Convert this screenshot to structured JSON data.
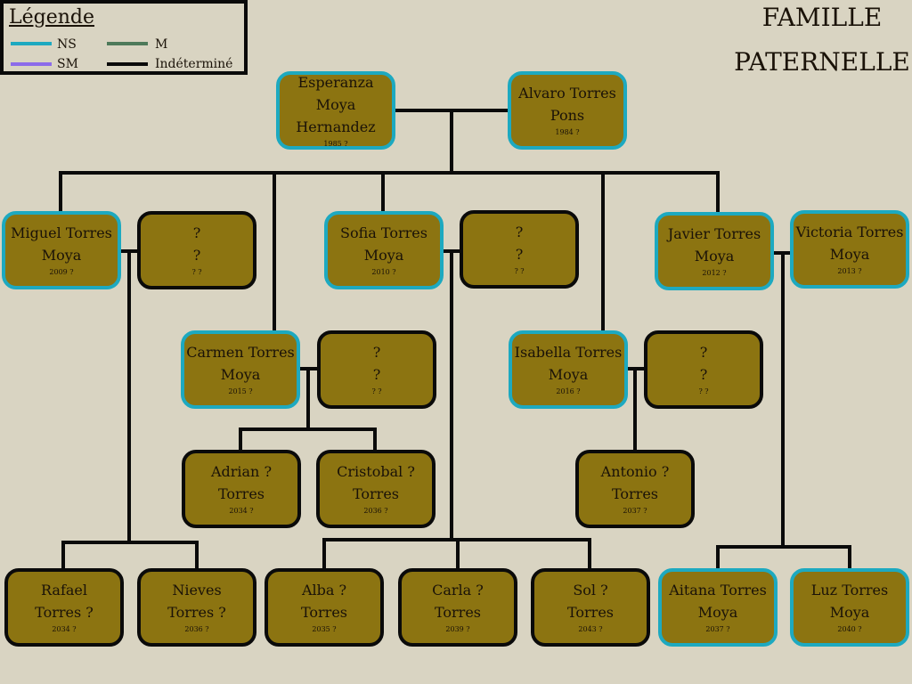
{
  "legend": {
    "title": "Légende",
    "items": [
      {
        "label": "NS",
        "color": "#1da9c0"
      },
      {
        "label": "M",
        "color": "#4e7a5a"
      },
      {
        "label": "SM",
        "color": "#8c6bea"
      },
      {
        "label": "Indéterminé",
        "color": "#0a0a0a"
      }
    ]
  },
  "title": {
    "line1": "FAMILLE",
    "line2": "PATERNELLE"
  },
  "colors": {
    "box_fill": "#8c7411",
    "ns_border": "#1da9c0",
    "default_border": "#0a0a0a",
    "background": "#d9d4c2"
  },
  "people": {
    "esperanza": {
      "l1": "Esperanza Moya",
      "l2": "Hernandez",
      "year": "1985 ?"
    },
    "alvaro": {
      "l1": "Alvaro Torres",
      "l2": "Pons",
      "year": "1984 ?"
    },
    "miguel": {
      "l1": "Miguel Torres",
      "l2": "Moya",
      "year": "2009 ?"
    },
    "spouse_miguel": {
      "l1": "?",
      "l2": "?",
      "year": "? ?"
    },
    "sofia": {
      "l1": "Sofia Torres",
      "l2": "Moya",
      "year": "2010 ?"
    },
    "spouse_sofia": {
      "l1": "?",
      "l2": "?",
      "year": "? ?"
    },
    "javier": {
      "l1": "Javier Torres",
      "l2": "Moya",
      "year": "2012 ?"
    },
    "victoria": {
      "l1": "Victoria Torres",
      "l2": "Moya",
      "year": "2013 ?"
    },
    "carmen": {
      "l1": "Carmen Torres",
      "l2": "Moya",
      "year": "2015 ?"
    },
    "spouse_carmen": {
      "l1": "?",
      "l2": "?",
      "year": "? ?"
    },
    "isabella": {
      "l1": "Isabella Torres",
      "l2": "Moya",
      "year": "2016 ?"
    },
    "spouse_isabella": {
      "l1": "?",
      "l2": "?",
      "year": "? ?"
    },
    "adrian": {
      "l1": "Adrian ?",
      "l2": "Torres",
      "year": "2034 ?"
    },
    "cristobal": {
      "l1": "Cristobal ?",
      "l2": "Torres",
      "year": "2036 ?"
    },
    "antonio": {
      "l1": "Antonio ?",
      "l2": "Torres",
      "year": "2037 ?"
    },
    "rafael": {
      "l1": "Rafael",
      "l2": "Torres ?",
      "year": "2034 ?"
    },
    "nieves": {
      "l1": "Nieves",
      "l2": "Torres ?",
      "year": "2036 ?"
    },
    "alba": {
      "l1": "Alba ?",
      "l2": "Torres",
      "year": "2035 ?"
    },
    "carla": {
      "l1": "Carla ?",
      "l2": "Torres",
      "year": "2039 ?"
    },
    "sol": {
      "l1": "Sol ?",
      "l2": "Torres",
      "year": "2043 ?"
    },
    "aitana": {
      "l1": "Aitana Torres",
      "l2": "Moya",
      "year": "2037 ?"
    },
    "luz": {
      "l1": "Luz Torres",
      "l2": "Moya",
      "year": "2040 ?"
    }
  }
}
